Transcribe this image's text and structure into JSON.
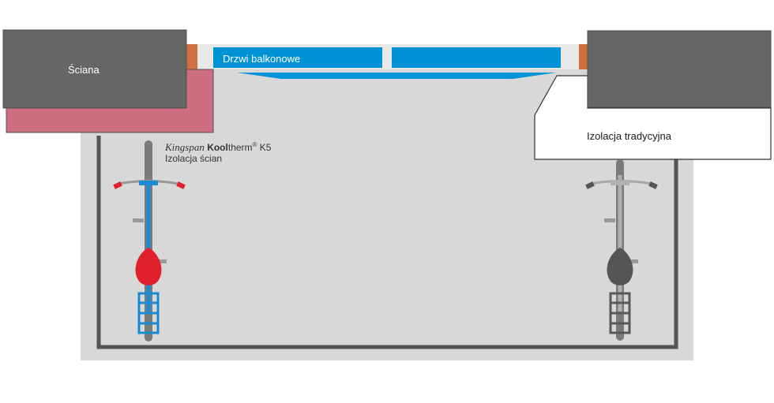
{
  "labels": {
    "wall": "Ściana",
    "balcony_door": "Drzwi balkonowe",
    "traditional_insulation": "Izolacja tradycyjna",
    "kingspan_brand": "Kingspan",
    "kingspan_kool": "Kool",
    "kingspan_therm": "therm",
    "kingspan_reg": "®",
    "kingspan_model": "K5",
    "wall_insulation": "Izolacja ścian"
  },
  "colors": {
    "wall": "#666666",
    "wall_edge": "#4d4d4d",
    "kingspan_insulation": "#cc6e7f",
    "traditional_insulation": "#ffffff",
    "door_frame": "#cf7040",
    "door_glass": "#0092d6",
    "floor": "#d8d8d8",
    "room_outline": "#555555",
    "bike_kingspan": "#1a8ad2",
    "rider_kingspan": "#e0202a",
    "bike_traditional": "#595959",
    "rider_traditional": "#555555"
  }
}
